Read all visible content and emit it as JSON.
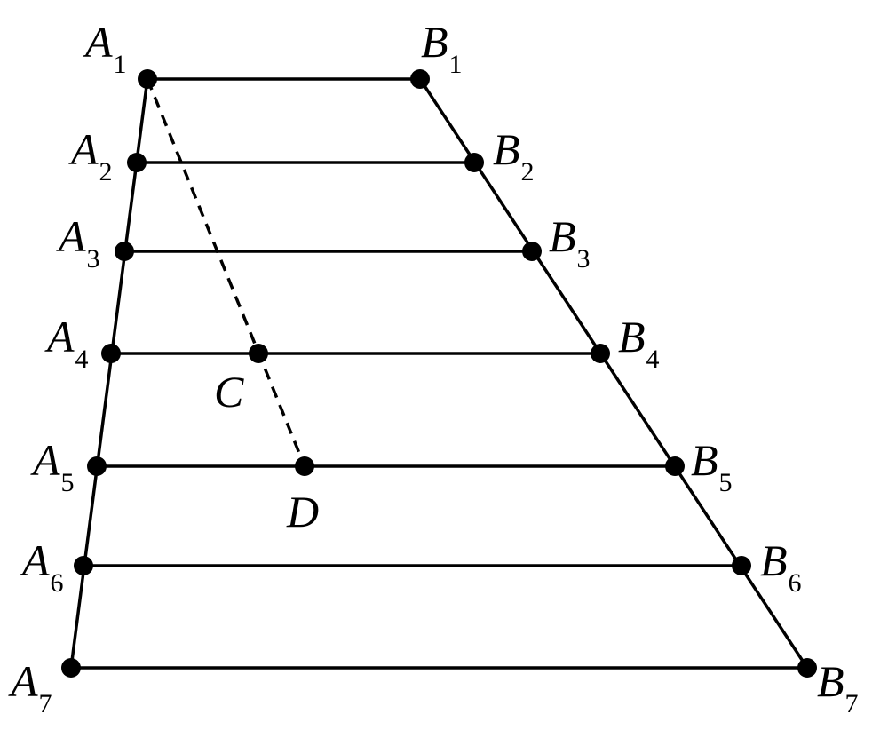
{
  "colors": {
    "ink": "#000000",
    "background": "#ffffff"
  },
  "points": [
    {
      "id": "A1",
      "letter": "A",
      "sub": "1"
    },
    {
      "id": "B1",
      "letter": "B",
      "sub": "1"
    },
    {
      "id": "A2",
      "letter": "A",
      "sub": "2"
    },
    {
      "id": "B2",
      "letter": "B",
      "sub": "2"
    },
    {
      "id": "A3",
      "letter": "A",
      "sub": "3"
    },
    {
      "id": "B3",
      "letter": "B",
      "sub": "3"
    },
    {
      "id": "A4",
      "letter": "A",
      "sub": "4"
    },
    {
      "id": "B4",
      "letter": "B",
      "sub": "4"
    },
    {
      "id": "A5",
      "letter": "A",
      "sub": "5"
    },
    {
      "id": "B5",
      "letter": "B",
      "sub": "5"
    },
    {
      "id": "A6",
      "letter": "A",
      "sub": "6"
    },
    {
      "id": "B6",
      "letter": "B",
      "sub": "6"
    },
    {
      "id": "A7",
      "letter": "A",
      "sub": "7"
    },
    {
      "id": "B7",
      "letter": "B",
      "sub": "7"
    },
    {
      "id": "C",
      "letter": "C",
      "sub": ""
    },
    {
      "id": "D",
      "letter": "D",
      "sub": ""
    }
  ],
  "segments": [
    {
      "from": "A1",
      "to": "B1",
      "style": "solid"
    },
    {
      "from": "A2",
      "to": "B2",
      "style": "solid"
    },
    {
      "from": "A3",
      "to": "B3",
      "style": "solid"
    },
    {
      "from": "A4",
      "to": "B4",
      "style": "solid"
    },
    {
      "from": "A5",
      "to": "B5",
      "style": "solid"
    },
    {
      "from": "A6",
      "to": "B6",
      "style": "solid"
    },
    {
      "from": "A7",
      "to": "B7",
      "style": "solid"
    },
    {
      "from": "A1",
      "to": "A7",
      "style": "solid"
    },
    {
      "from": "B1",
      "to": "B7",
      "style": "solid"
    },
    {
      "from": "A1",
      "to": "D",
      "style": "dashed"
    }
  ]
}
